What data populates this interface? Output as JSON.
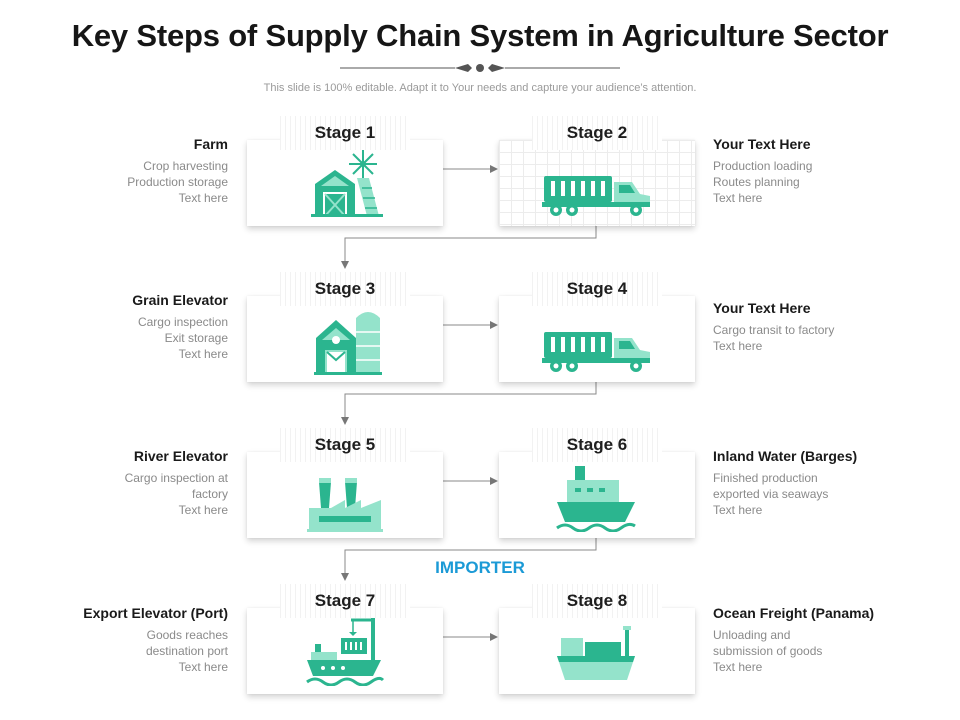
{
  "title": "Key Steps of Supply Chain System in Agriculture Sector",
  "subtitle": "This slide is 100% editable. Adapt it to Your needs and capture your audience’s attention.",
  "colors": {
    "accent": "#2bb58f",
    "accent_light": "#94e3cb",
    "importer": "#1b9ad6"
  },
  "stages": [
    {
      "label": "Stage 1",
      "icon": "barn-windmill-icon"
    },
    {
      "label": "Stage 2",
      "icon": "dump-truck-icon"
    },
    {
      "label": "Stage 3",
      "icon": "barn-silo-icon"
    },
    {
      "label": "Stage 4",
      "icon": "dump-truck-icon"
    },
    {
      "label": "Stage 5",
      "icon": "factory-icon"
    },
    {
      "label": "Stage 6",
      "icon": "ship-icon"
    },
    {
      "label": "Stage 7",
      "icon": "cargo-ship-crane-icon"
    },
    {
      "label": "Stage 8",
      "icon": "freight-barge-icon"
    }
  ],
  "descriptions": [
    {
      "heading": "Farm",
      "lines": [
        "Crop harvesting",
        "Production storage",
        "Text here"
      ]
    },
    {
      "heading": "Your Text Here",
      "lines": [
        "Production loading",
        "Routes planning",
        "Text here"
      ]
    },
    {
      "heading": "Grain Elevator",
      "lines": [
        "Cargo inspection",
        "Exit storage",
        "Text here"
      ]
    },
    {
      "heading": "Your Text Here",
      "lines": [
        "Cargo transit  to factory",
        "Text here"
      ]
    },
    {
      "heading": "River Elevator",
      "lines": [
        "Cargo inspection at",
        "factory",
        "Text here"
      ]
    },
    {
      "heading": "Inland Water (Barges)",
      "lines": [
        "Finished production",
        "exported via seaways",
        "Text here"
      ]
    },
    {
      "heading": "Export Elevator (Port)",
      "lines": [
        "Goods reaches",
        "destination port",
        "Text here"
      ]
    },
    {
      "heading": "Ocean Freight (Panama)",
      "lines": [
        "Unloading and",
        "submission of goods",
        "Text here"
      ]
    }
  ],
  "importer_label": "IMPORTER"
}
